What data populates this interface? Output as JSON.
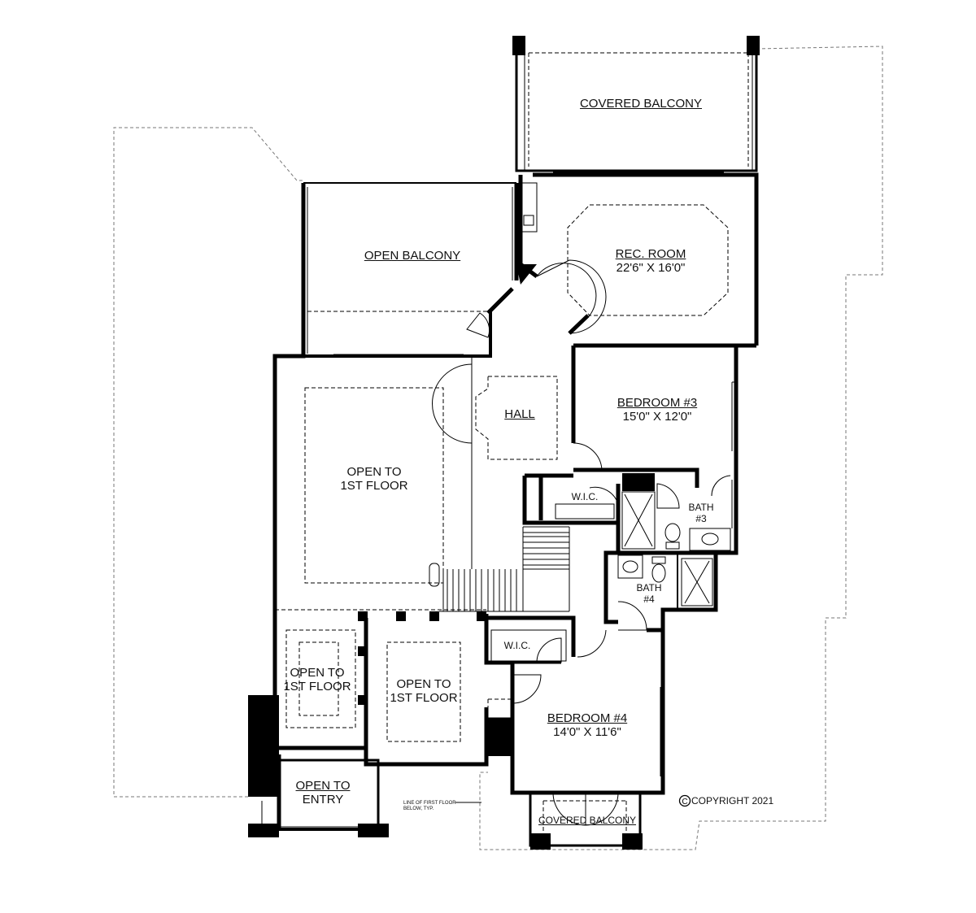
{
  "rooms": {
    "covered_balcony_top": {
      "name": "COVERED BALCONY"
    },
    "open_balcony": {
      "name": "OPEN BALCONY"
    },
    "rec_room": {
      "name": "REC. ROOM",
      "dims": "22'6\" X 16'0\""
    },
    "hall": {
      "name": "HALL"
    },
    "bedroom3": {
      "name": "BEDROOM #3",
      "dims": "15'0\" X 12'0\""
    },
    "open_to_1st_large": {
      "line1": "OPEN TO",
      "line2": "1ST FLOOR"
    },
    "wic_upper": {
      "name": "W.I.C."
    },
    "bath3": {
      "line1": "BATH",
      "line2": "#3"
    },
    "bath4": {
      "line1": "BATH",
      "line2": "#4"
    },
    "wic_lower": {
      "name": "W.I.C."
    },
    "open_to_1st_left": {
      "line1": "OPEN TO",
      "line2": "1ST FLOOR"
    },
    "open_to_1st_center": {
      "line1": "OPEN TO",
      "line2": "1ST FLOOR"
    },
    "bedroom4": {
      "name": "BEDROOM #4",
      "dims": "14'0\" X 11'6\""
    },
    "open_to_entry": {
      "line1": "OPEN TO",
      "line2": "ENTRY"
    },
    "covered_balcony_bottom": {
      "name": "COVERED BALCONY"
    }
  },
  "notes": {
    "first_floor_line": {
      "line1": "LINE OF FIRST FLOOR",
      "line2": "BELOW, TYP."
    },
    "copyright": "COPYRIGHT 2021"
  }
}
